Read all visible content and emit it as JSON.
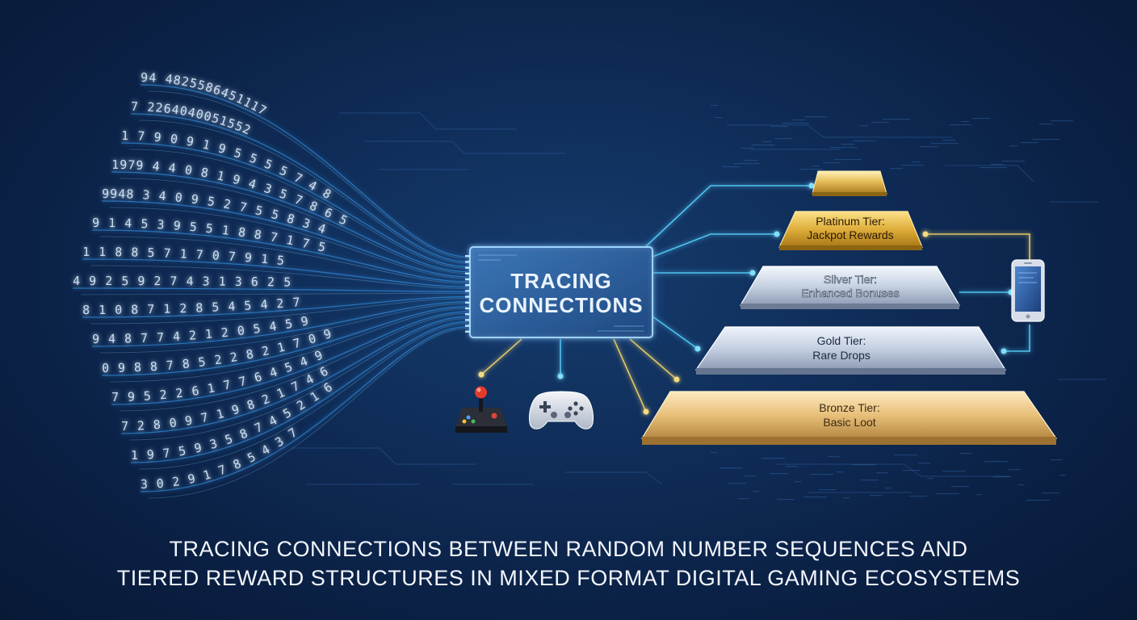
{
  "hub": {
    "line1": "TRACING",
    "line2": "CONNECTIONS"
  },
  "tiers": [
    {
      "name": "Platinum Tier:",
      "reward": "Jackpot Rewards"
    },
    {
      "name": "Silver Tier:",
      "reward": "Enhanced Bonuses"
    },
    {
      "name": "Gold Tier:",
      "reward": "Rare Drops"
    },
    {
      "name": "Bronze Tier:",
      "reward": "Basic Loot"
    }
  ],
  "devices": [
    "joystick-icon",
    "gamepad-icon",
    "smartphone-icon"
  ],
  "number_stream": [
    "94 4825586451117",
    "7 2264040051552",
    "1 7 9 0 9 1 9 5 5 5 5 7 4 8",
    "1979 4 4 0 8 1 9 4 3 5 7 8 6 5",
    "9948 3 4 0 9 5 2 7 5 5 8 3 4",
    "9 1 4 5 3 9 5 5 1 8 8 7 1 7 5",
    "1 1 8 8 5 7 1 7 0 7 9 1 5",
    "4 9 2 5 9 2 7 4 3 1 3 6 2 5",
    "8 1 0 8 7 1 2 8 5 4 5 4 2 7",
    "9 4 8 7 7 4 2 1 2 0 5 4 5 9",
    "0 9 8 8 7 8 5 2 2 8 2 1 7 0 9",
    "7 9 5 2 2 6 1 7 7 6 4 5 4 9",
    "7 2 8 0 9 7 1 9 8 2 1 7 4 6",
    "1 9 7 5 9 3 5 8 7 4 5 2 1 6",
    "3 0 2 9 1 7 8 5 4 3 7"
  ],
  "caption": {
    "line1": "TRACING CONNECTIONS BETWEEN RANDOM NUMBER SEQUENCES AND",
    "line2": "TIERED REWARD STRUCTURES IN MIXED FORMAT DIGITAL GAMING ECOSYSTEMS"
  }
}
